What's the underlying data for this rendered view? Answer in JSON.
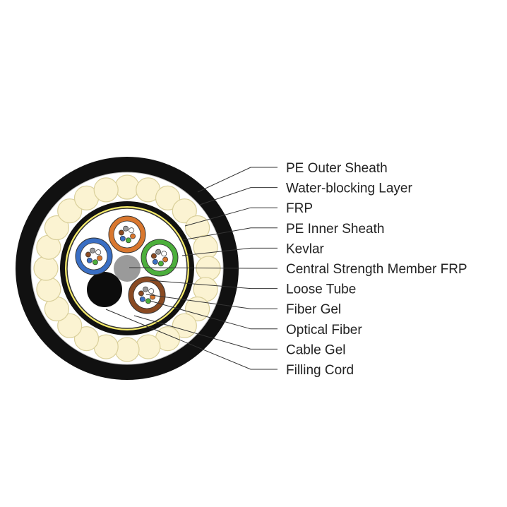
{
  "diagram": {
    "labels": [
      "PE Outer Sheath",
      "Water-blocking Layer",
      "FRP",
      "PE Inner Sheath",
      "Kevlar",
      "Central Strength Member FRP",
      "Loose Tube",
      "Fiber Gel",
      "Optical Fiber",
      "Cable Gel",
      "Filling Cord"
    ],
    "colors": {
      "outer_sheath": "#111111",
      "frp_rod": "#fbf3d2",
      "frp_rod_stroke": "#d9cf9a",
      "kevlar": "#f7ec6b",
      "inner_sheath": "#111111",
      "central_member": "#9a9a9a",
      "filling_cord": "#0c0c0c",
      "tube_orange": "#d9772e",
      "tube_blue": "#3a6fc4",
      "tube_green": "#4caf3c",
      "tube_brown": "#8a4a22"
    },
    "icons": {
      "cable": "cable-cross-section-icon"
    }
  }
}
